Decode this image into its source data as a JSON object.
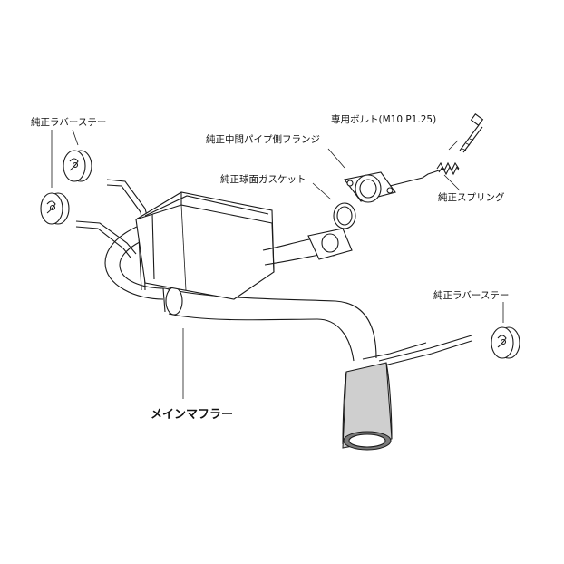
{
  "labels": {
    "rubber_stay_left": "純正ラバーステー",
    "bolt": "専用ボルト(M10 P1.25)",
    "flange": "純正中間パイプ側フランジ",
    "gasket": "純正球面ガスケット",
    "spring": "純正スプリング",
    "rubber_stay_right": "純正ラバーステー",
    "main_muffler": "メインマフラー"
  }
}
